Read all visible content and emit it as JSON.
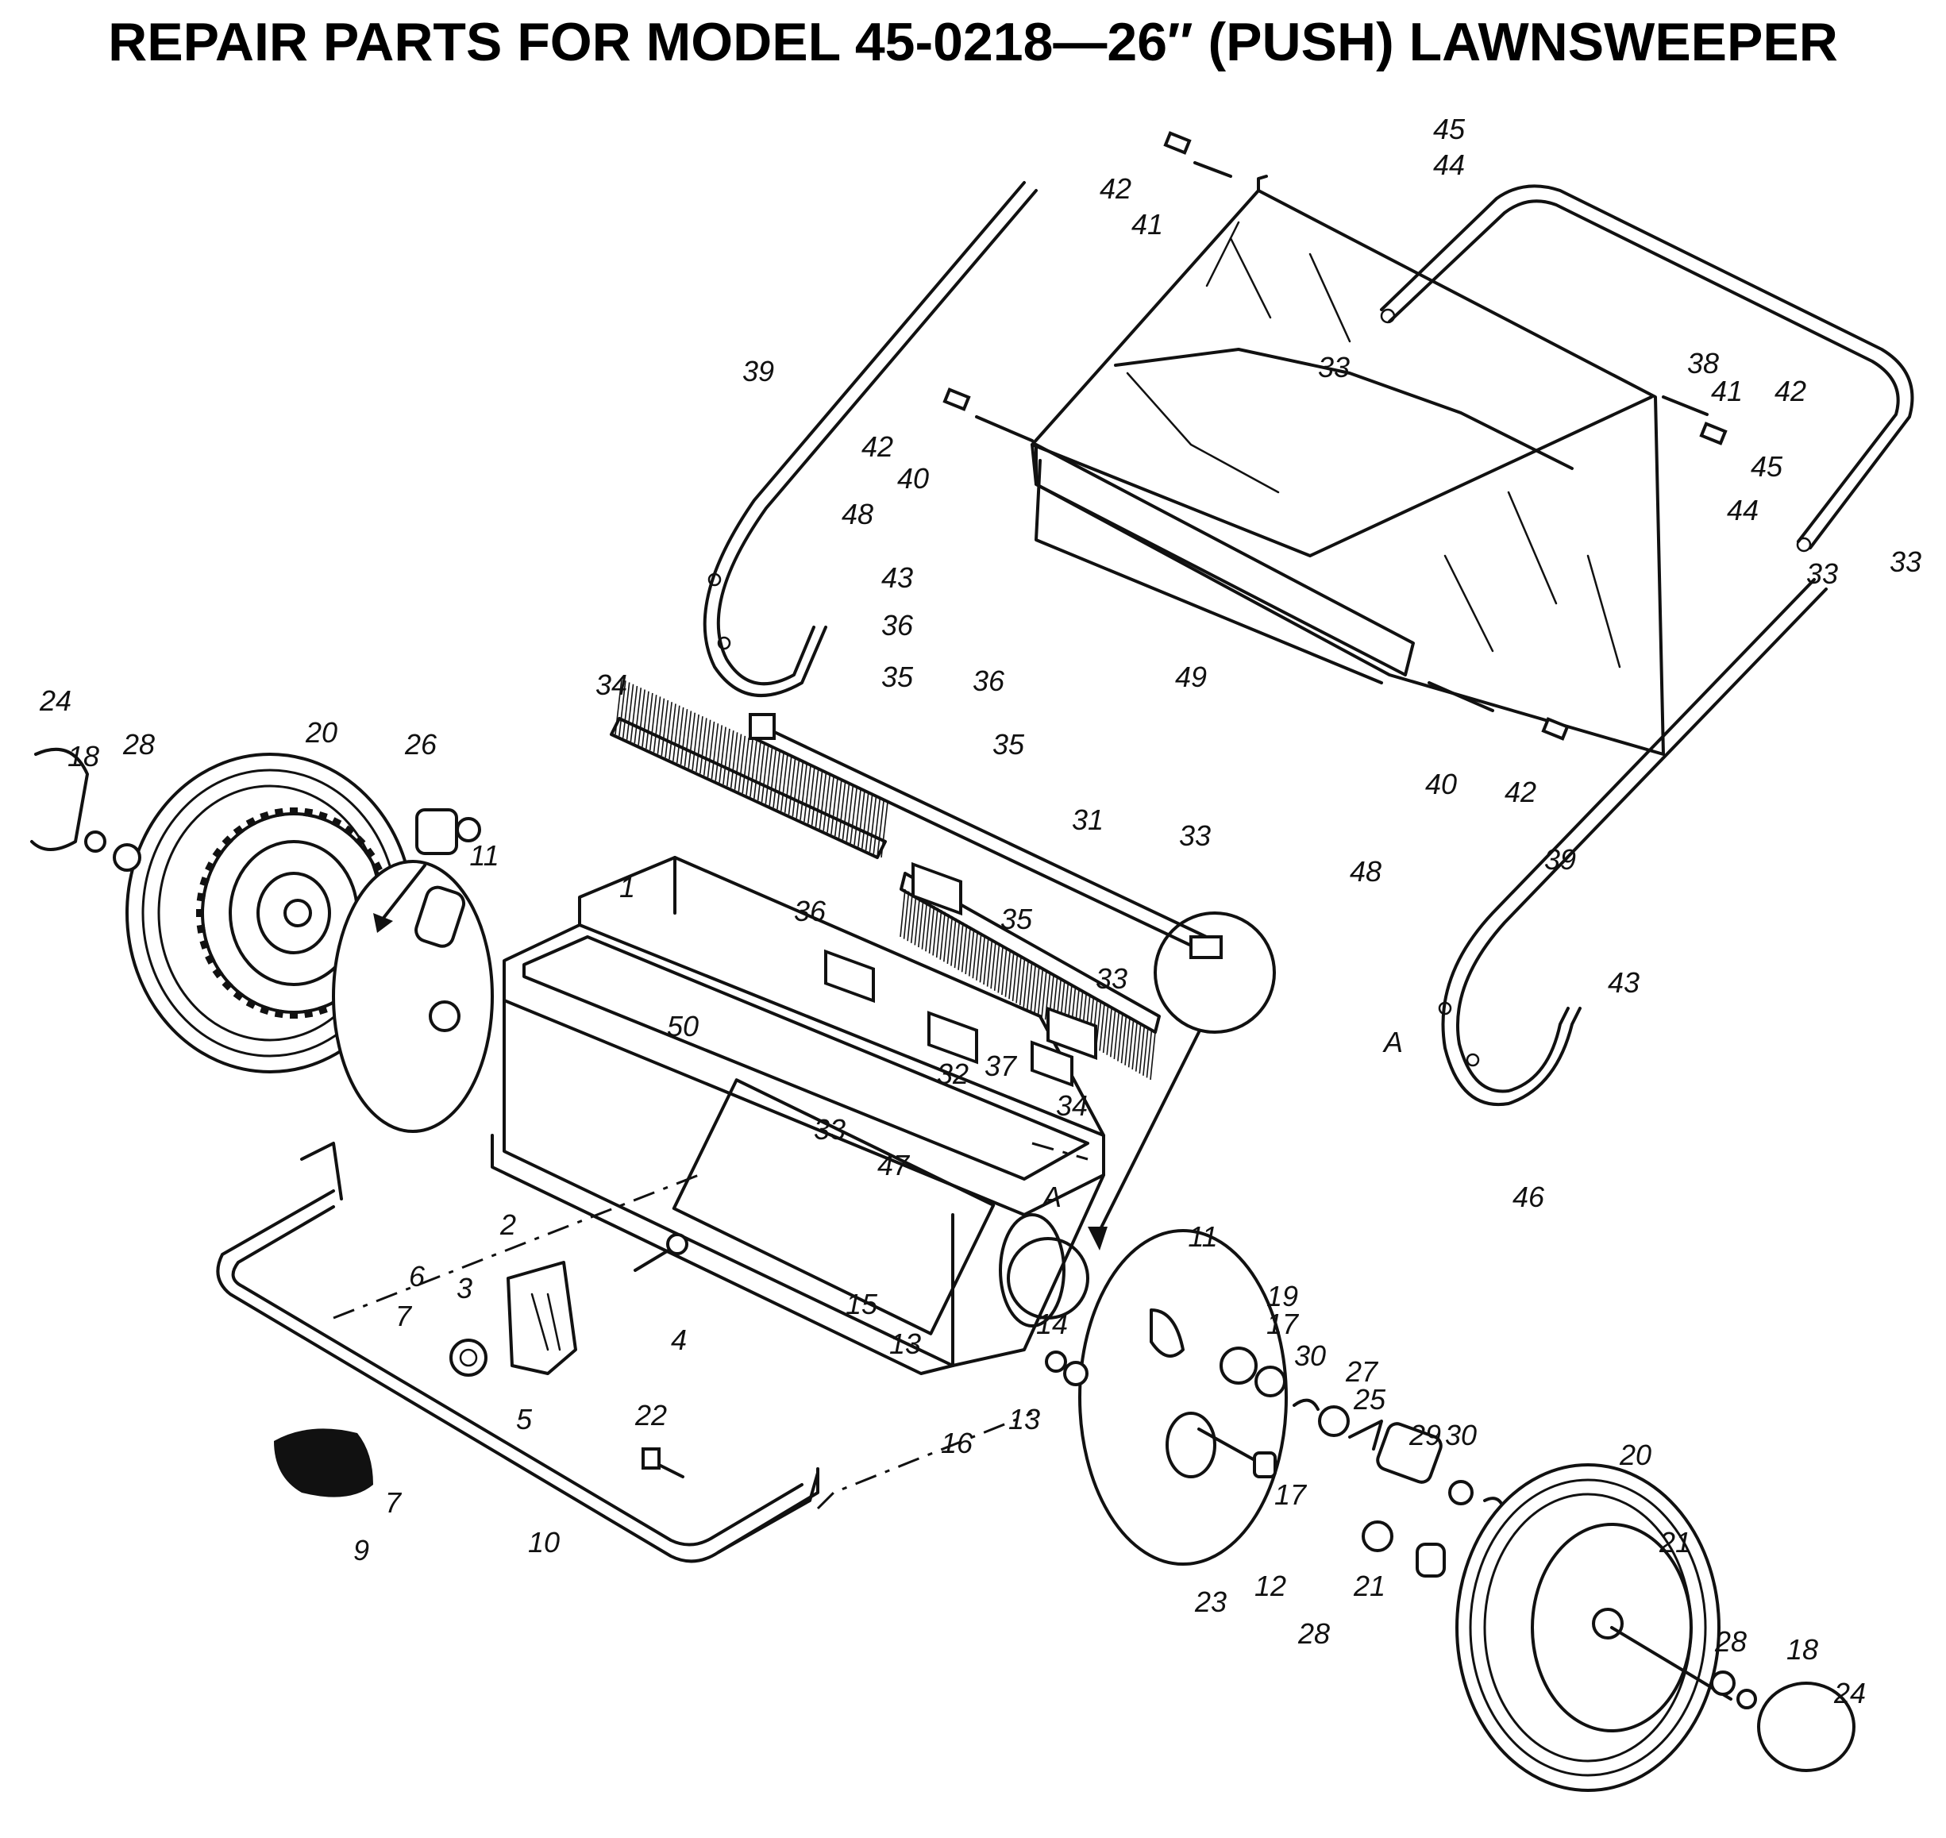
{
  "title": "REPAIR PARTS FOR MODEL 45-0218—26″ (PUSH) LAWNSWEEPER",
  "callouts": [
    "1",
    "2",
    "3",
    "4",
    "5",
    "6",
    "7",
    "7",
    "9",
    "10",
    "11",
    "11",
    "12",
    "13",
    "13",
    "14",
    "15",
    "16",
    "17",
    "17",
    "18",
    "18",
    "19",
    "20",
    "20",
    "21",
    "21",
    "22",
    "23",
    "24",
    "24",
    "25",
    "26",
    "27",
    "28",
    "28",
    "28",
    "29",
    "30",
    "30",
    "31",
    "32",
    "33",
    "33",
    "33",
    "33",
    "33",
    "33",
    "34",
    "34",
    "35",
    "35",
    "35",
    "36",
    "36",
    "36",
    "37",
    "38",
    "39",
    "39",
    "40",
    "40",
    "41",
    "41",
    "42",
    "42",
    "42",
    "42",
    "43",
    "43",
    "44",
    "44",
    "45",
    "45",
    "46",
    "47",
    "48",
    "48",
    "49",
    "50",
    "A",
    "A"
  ]
}
